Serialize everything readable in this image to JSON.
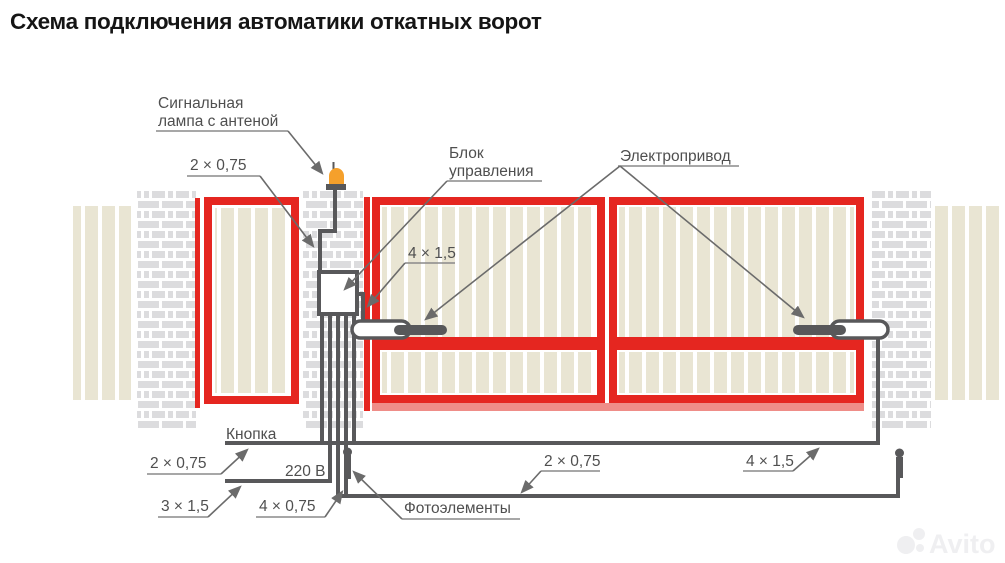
{
  "title": "Схема подключения автоматики откатных ворот",
  "watermark": "Avito",
  "labels": {
    "signal_lamp_line1": "Сигнальная",
    "signal_lamp_line2": "лампа с антеной",
    "control_unit_line1": "Блок",
    "control_unit_line2": "управления",
    "drive": "Электропривод",
    "button": "Кнопка",
    "voltage": "220 В",
    "photocells": "Фотоэлементы"
  },
  "cable_specs": {
    "lamp": "2 × 0,75",
    "drive_near": "4 × 1,5",
    "button": "2 × 0,75",
    "power": "3 × 1,5",
    "photo_left": "4 × 0,75",
    "photo_span": "2 × 0,75",
    "drive_far": "4 × 1,5"
  },
  "colors": {
    "gate_red": "#e52620",
    "gate_beam_red": "#ef8d88",
    "slat_cream": "#e9e5d3",
    "brick_gray": "#dcdcde",
    "cable_gray": "#58585a",
    "lamp_orange": "#f5a02b",
    "label_text": "#4f4f4f",
    "title_text": "#151515",
    "watermark_gray": "#efeff1"
  }
}
